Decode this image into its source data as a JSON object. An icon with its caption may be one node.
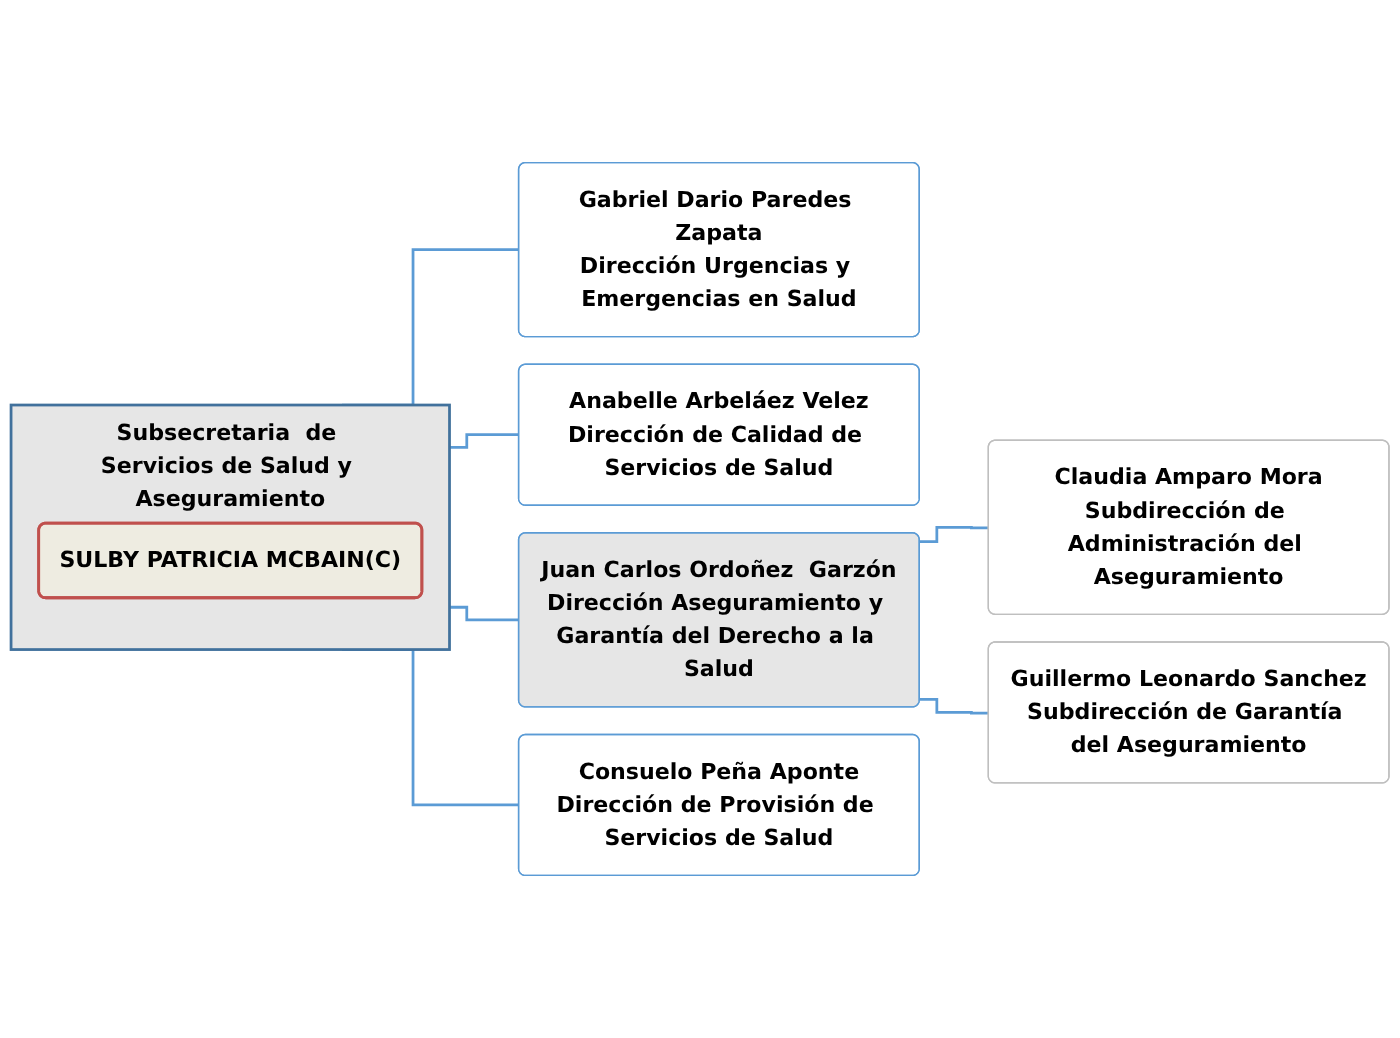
{
  "diagram": {
    "nodes": [
      {
        "text": [
          "Subsecretaria  de Servicios de Salud y Aseguramiento"
        ]
      },
      {
        "text": [
          "SULBY PATRICIA MCBAIN(C)"
        ],
        "in": 0
      },
      {
        "text": [
          "Gabriel Dario Paredes Zapata",
          "Dirección Urgencias y Emergencias en Salud"
        ]
      },
      {
        "text": [
          "Anabelle Arbeláez Velez",
          "Dirección de Calidad de Servicios de Salud"
        ]
      },
      {
        "text": [
          "Juan Carlos Ordoñez  Garzón",
          "Dirección Aseguramiento y Garantía del Derecho a la Salud"
        ]
      },
      {
        "text": [
          "Claudia Amparo Mora",
          "Subdirección de Administración del Aseguramiento"
        ]
      },
      {
        "text": [
          "Guillermo Leonardo Sanchez",
          "Subdirección de Garantía del Aseguramiento"
        ]
      },
      {
        "text": [
          "Consuelo Peña Aponte",
          "Dirección de Provisión de Servicios de Salud"
        ]
      }
    ],
    "edges": [
      {
        "from": 0,
        "to": 2,
        "arrow": "none"
      },
      {
        "from": 0,
        "to": 3,
        "arrow": "none"
      },
      {
        "from": 0,
        "to": 4,
        "arrow": "none"
      },
      {
        "from": 0,
        "to": 7,
        "arrow": "none"
      },
      {
        "from": 4,
        "to": 5,
        "arrow": "none"
      },
      {
        "from": 4,
        "to": 6,
        "arrow": "none"
      }
    ]
  }
}
